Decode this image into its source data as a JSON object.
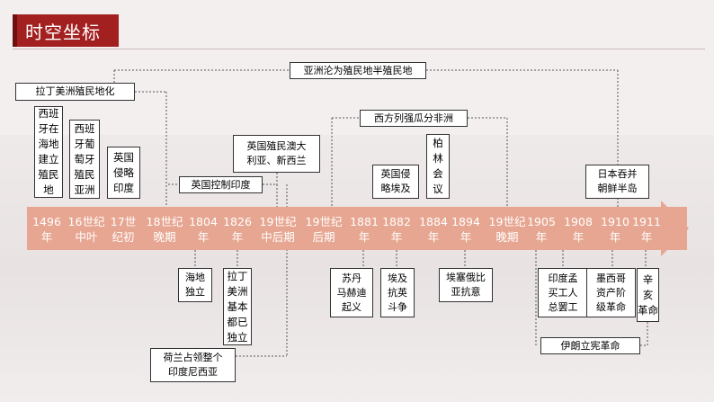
{
  "header": {
    "title": "时空坐标"
  },
  "timeline": [
    {
      "id": "t1496",
      "label": "1496\n年"
    },
    {
      "id": "t16",
      "label": "16世纪\n中叶"
    },
    {
      "id": "t17",
      "label": "17世\n纪初"
    },
    {
      "id": "t18",
      "label": "18世纪\n晚期"
    },
    {
      "id": "t1804",
      "label": "1804\n年"
    },
    {
      "id": "t1826",
      "label": "1826\n年"
    },
    {
      "id": "t19m",
      "label": "19世纪\n中后期"
    },
    {
      "id": "t19l",
      "label": "19世纪\n后期"
    },
    {
      "id": "t1881",
      "label": "1881\n年"
    },
    {
      "id": "t1882",
      "label": "1882\n年"
    },
    {
      "id": "t1884",
      "label": "1884\n年"
    },
    {
      "id": "t1894",
      "label": "1894\n年"
    },
    {
      "id": "t19w",
      "label": "19世纪\n晚期"
    },
    {
      "id": "t1905",
      "label": "1905\n年"
    },
    {
      "id": "t1908",
      "label": "1908\n年"
    },
    {
      "id": "t1910",
      "label": "1910\n年"
    },
    {
      "id": "t1911",
      "label": "1911\n年"
    }
  ],
  "events": {
    "asia_colony": "亚洲沦为殖民地半殖民地",
    "latin_colony": "拉丁美洲殖民地化",
    "africa_split": "西方列强瓜分非洲",
    "spain_haiti": "西班\n牙在\n海地\n建立\n殖民\n地",
    "spain_portugal": "西班\n牙葡\n萄牙\n殖民\n亚洲",
    "britain_india": "英国\n侵略\n印度",
    "britain_control_india": "英国控制印度",
    "britain_aus": "英国殖民澳大\n利亚、新西兰",
    "britain_egypt": "英国侵\n略埃及",
    "berlin": "柏\n林\n会\n议",
    "japan_korea": "日本吞并\n朝鲜半岛",
    "haiti_indep": "海地\n独立",
    "latin_indep": "拉丁\n美洲\n基本\n都已\n独立",
    "dutch_indo": "荷兰占领整个\n印度尼西亚",
    "sudan": "苏丹\n马赫迪\n起义",
    "egypt_resist": "埃及\n抗英\n斗争",
    "ethiopia": "埃塞俄比\n亚抗意",
    "india_strike": "印度孟\n买工人\n总罢工",
    "mexico": "墨西哥\n资产阶\n级革命",
    "xinhai": "辛\n亥\n革命",
    "iran": "伊朗立宪革命"
  }
}
